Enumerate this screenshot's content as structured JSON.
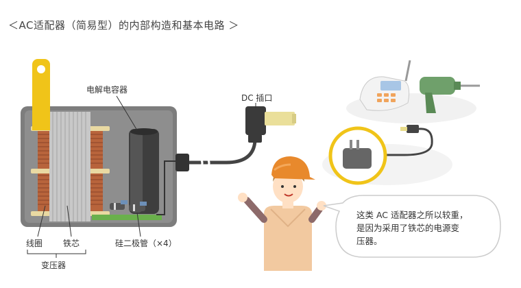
{
  "title": "＜AC适配器（简易型）的内部构造和基本电路 ＞",
  "labels": {
    "capacitor": "电解电容器",
    "dc_plug": "DC 插口",
    "coil": "线圈",
    "iron_core": "铁芯",
    "transformer": "变压器",
    "diodes": "硅二极管（×4）"
  },
  "bubble": {
    "line1": "这类 AC 适配器之所以较重，",
    "line2": "是因为采用了铁芯的电源变",
    "line3": "压器。"
  },
  "colors": {
    "case": "#7d7d7d",
    "coil": "#b8643c",
    "accent_yellow": "#f0c419",
    "helmet": "#e8892c",
    "drill": "#6fa06b"
  }
}
